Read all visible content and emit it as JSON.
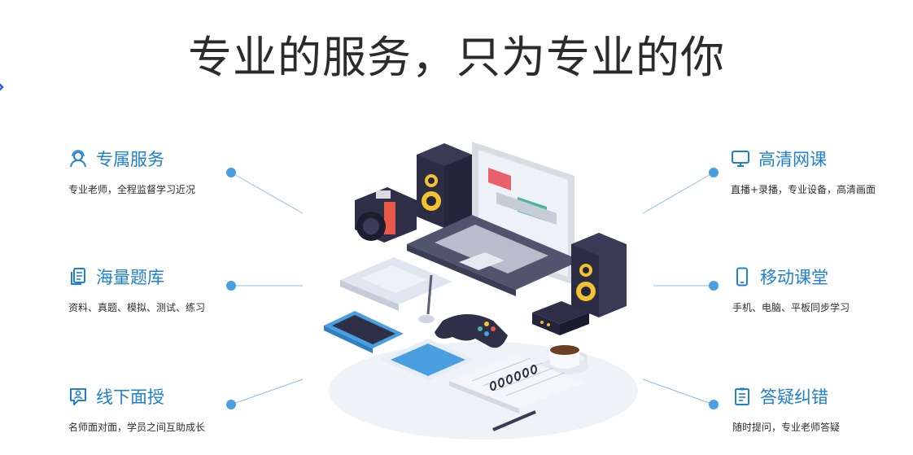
{
  "page": {
    "title": "专业的服务，只为专业的你"
  },
  "colors": {
    "accent": "#1f7fd3",
    "dot": "#4a9fe0",
    "text": "#2b2b2b"
  },
  "features_left": [
    {
      "icon": "support-agent-icon",
      "name": "专属服务",
      "desc": "专业老师，全程监督学习近况"
    },
    {
      "icon": "documents-icon",
      "name": "海量题库",
      "desc": "资料、真题、模拟、测试、练习"
    },
    {
      "icon": "chat-user-icon",
      "name": "线下面授",
      "desc": "名师面对面，学员之间互助成长"
    }
  ],
  "features_right": [
    {
      "icon": "monitor-icon",
      "name": "高清网课",
      "desc": "直播+录播，专业设备，高清画面"
    },
    {
      "icon": "mobile-phone-icon",
      "name": "移动课堂",
      "desc": "手机、电脑、平板同步学习"
    },
    {
      "icon": "clipboard-list-icon",
      "name": "答疑纠错",
      "desc": "随时提问，专业老师答疑"
    }
  ]
}
